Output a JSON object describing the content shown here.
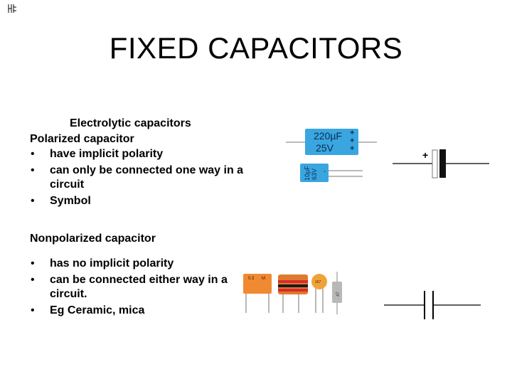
{
  "title": "FIXED CAPACITORS",
  "polarized": {
    "heading": "Electrolytic capacitors",
    "subheading": "Polarized capacitor",
    "bullets": [
      "have implicit polarity",
      "can only be connected one way in a circuit",
      "Symbol"
    ]
  },
  "nonpolarized": {
    "heading": "Nonpolarized capacitor",
    "bullets": [
      "has no implicit polarity",
      "can be connected either way in a circuit.",
      "Eg Ceramic, mica"
    ]
  },
  "images": {
    "electrolytic_large": {
      "value": "220µF",
      "voltage": "25V",
      "polarity": "+"
    },
    "electrolytic_small": {
      "value": "10µF",
      "voltage": "63V",
      "polarity": "-"
    },
    "polarized_symbol": {
      "polarity": "+"
    },
    "film_capacitor": {
      "marking_left": "0.3",
      "marking_right": "M"
    },
    "ceramic_disc": {
      "marking": "167"
    },
    "small_axial": {
      "marking": "47"
    }
  },
  "colors": {
    "electrolytic_blue": "#3aa6e0",
    "film_orange": "#f08a32",
    "ceramic_orange": "#f0a23a",
    "band_red": "#d62c2c",
    "symbol_plate": "#111111"
  }
}
